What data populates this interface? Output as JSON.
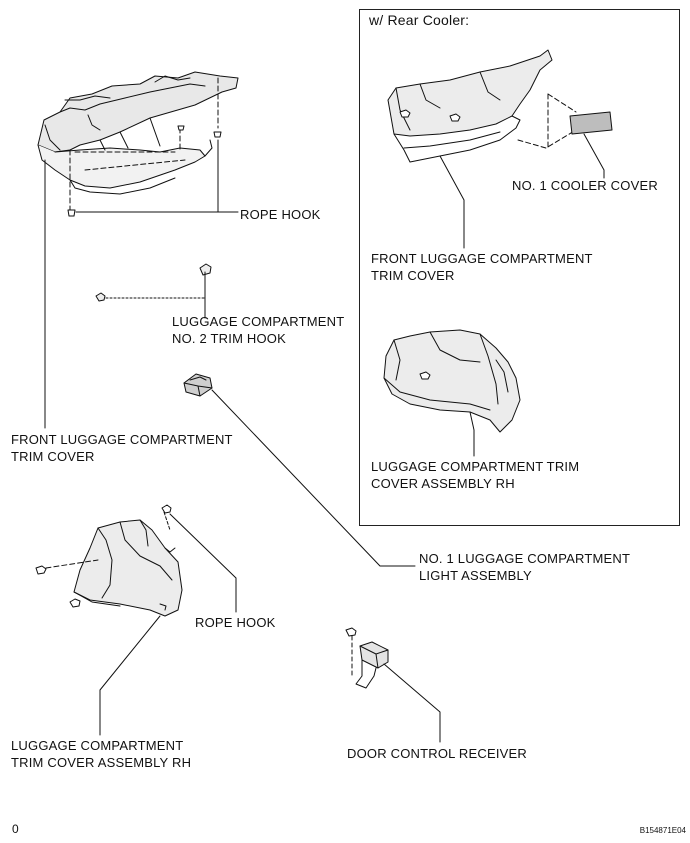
{
  "inset": {
    "title": "w/ Rear Cooler:"
  },
  "labels": {
    "rope_hook_top": "ROPE HOOK",
    "trim_hook_l1": "LUGGAGE COMPARTMENT",
    "trim_hook_l2": "NO. 2 TRIM HOOK",
    "front_cover_l1": "FRONT LUGGAGE COMPARTMENT",
    "front_cover_l2": "TRIM COVER",
    "cooler_cover": "NO. 1 COOLER COVER",
    "inset_front_cover_l1": "FRONT LUGGAGE COMPARTMENT",
    "inset_front_cover_l2": "TRIM COVER",
    "inset_rh_l1": "LUGGAGE COMPARTMENT TRIM",
    "inset_rh_l2": "COVER ASSEMBLY RH",
    "light_l1": "NO. 1 LUGGAGE COMPARTMENT",
    "light_l2": "LIGHT ASSEMBLY",
    "rope_hook_bottom": "ROPE HOOK",
    "rh_l1": "LUGGAGE COMPARTMENT",
    "rh_l2": "TRIM COVER ASSEMBLY RH",
    "door_receiver": "DOOR CONTROL RECEIVER"
  },
  "footer": {
    "page": "0",
    "code": "B154871E04"
  }
}
